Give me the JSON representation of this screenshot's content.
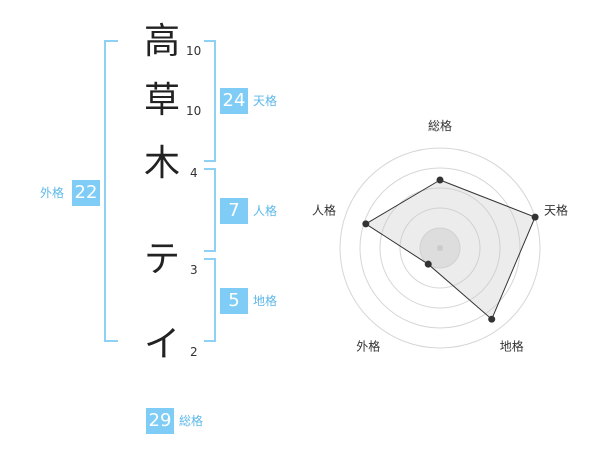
{
  "name_chars": [
    {
      "char": "高",
      "strokes": "10"
    },
    {
      "char": "草",
      "strokes": "10"
    },
    {
      "char": "木",
      "strokes": "4"
    },
    {
      "char": "テ",
      "strokes": "3"
    },
    {
      "char": "イ",
      "strokes": "2"
    }
  ],
  "scores": {
    "tenkaku": {
      "value": "24",
      "label": "天格"
    },
    "jinkaku": {
      "value": "7",
      "label": "人格"
    },
    "chikaku": {
      "value": "5",
      "label": "地格"
    },
    "gaikaku": {
      "value": "22",
      "label": "外格"
    },
    "soukaku": {
      "value": "29",
      "label": "総格"
    }
  },
  "chart_data": {
    "type": "radar",
    "axes": [
      "総格",
      "天格",
      "地格",
      "外格",
      "人格"
    ],
    "values": [
      0.68,
      1.0,
      0.88,
      0.2,
      0.78
    ],
    "grid_rings": 5
  }
}
